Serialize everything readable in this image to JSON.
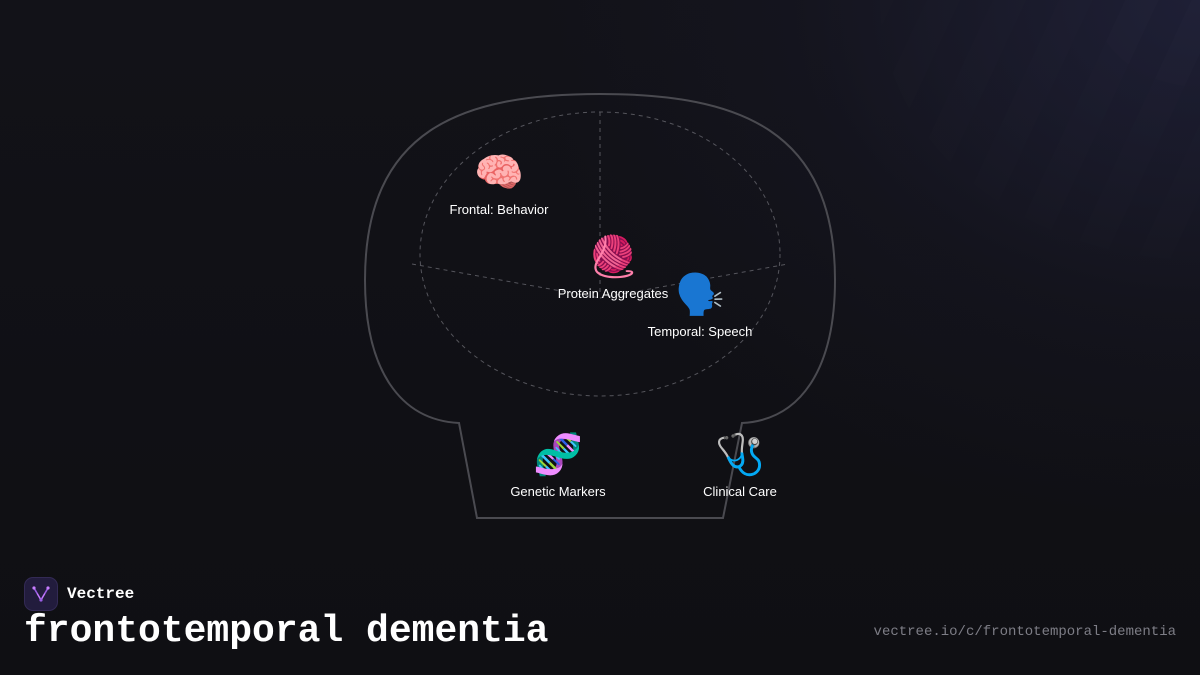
{
  "brand": {
    "name": "Vectree",
    "logo_icon": "vectree-logo-icon",
    "accent_color": "#9b5de5"
  },
  "title": "frontotemporal dementia",
  "url": "vectree.io/c/frontotemporal-dementia",
  "diagram": {
    "nodes": [
      {
        "id": "frontal",
        "label": "Frontal: Behavior",
        "emoji": "🧠",
        "icon": "brain-icon"
      },
      {
        "id": "protein",
        "label": "Protein Aggregates",
        "emoji": "🧶",
        "icon": "yarn-ball-icon"
      },
      {
        "id": "temporal",
        "label": "Temporal: Speech",
        "emoji": "🗣️",
        "icon": "speaking-head-icon"
      },
      {
        "id": "genetic",
        "label": "Genetic Markers",
        "emoji": "🧬",
        "icon": "dna-icon"
      },
      {
        "id": "clinical",
        "label": "Clinical Care",
        "emoji": "🩺",
        "icon": "stethoscope-icon"
      }
    ]
  },
  "colors": {
    "background": "#111116",
    "outline": "#4a4a50",
    "dashed": "#55555c",
    "text": "#ffffff",
    "url_text": "#7d7d86"
  }
}
